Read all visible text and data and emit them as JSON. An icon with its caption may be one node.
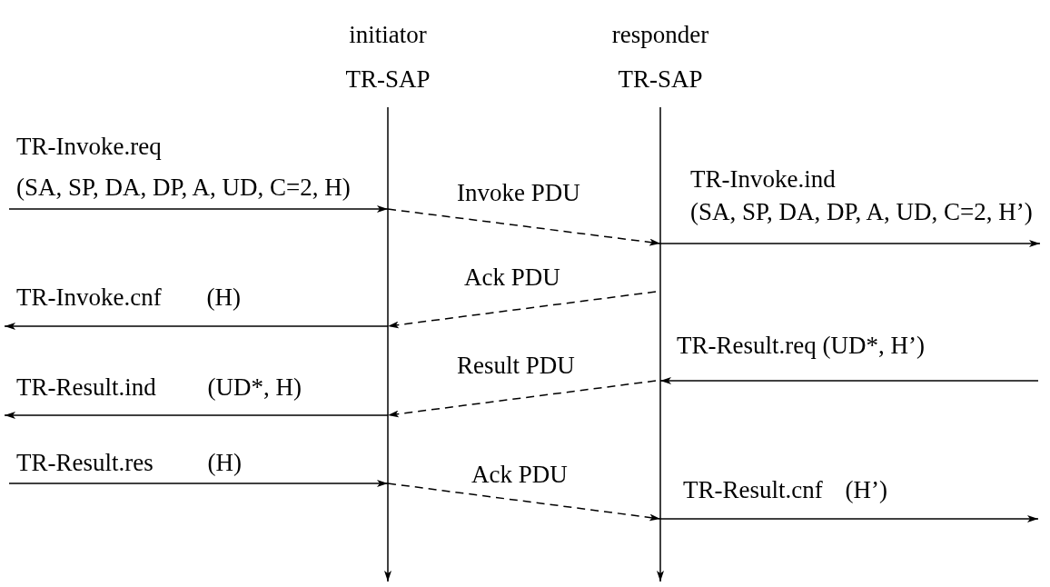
{
  "diagram": {
    "nodes": [
      {
        "text": [
          "initiator",
          "TR-SAP"
        ]
      },
      {
        "text": [
          "responder",
          "TR-SAP"
        ]
      },
      {
        "text": [],
        "shape": "line"
      },
      {
        "text": [],
        "shape": "line"
      }
    ],
    "edges": [
      {
        "from": null,
        "to": 2,
        "arrow": "to",
        "label": "TR-Invoke.req (SA, SP, DA, DP, A, UD, C=2, H)"
      },
      {
        "from": 2,
        "to": 3,
        "arrow": "to",
        "style": "dashed",
        "label": "Invoke PDU"
      },
      {
        "from": 3,
        "to": null,
        "arrow": "to",
        "label": "TR-Invoke.ind (SA, SP, DA, DP, A, UD, C=2, H’)"
      },
      {
        "from": 3,
        "to": 2,
        "arrow": "to",
        "style": "dashed",
        "label": "Ack PDU"
      },
      {
        "from": 2,
        "to": null,
        "arrow": "to",
        "label": "TR-Invoke.cnf (H)"
      },
      {
        "from": null,
        "to": 3,
        "arrow": "to",
        "label": "TR-Result.req (UD*, H’)"
      },
      {
        "from": 3,
        "to": 2,
        "arrow": "to",
        "style": "dashed",
        "label": "Result PDU"
      },
      {
        "from": 2,
        "to": null,
        "arrow": "to",
        "label": "TR-Result.ind (UD*, H)"
      },
      {
        "from": null,
        "to": 2,
        "arrow": "to",
        "label": "TR-Result.res (H)"
      },
      {
        "from": 2,
        "to": 3,
        "arrow": "to",
        "style": "dashed",
        "label": "Ack PDU"
      },
      {
        "from": 3,
        "to": null,
        "arrow": "to",
        "label": "TR-Result.cnf (H’)"
      }
    ]
  }
}
